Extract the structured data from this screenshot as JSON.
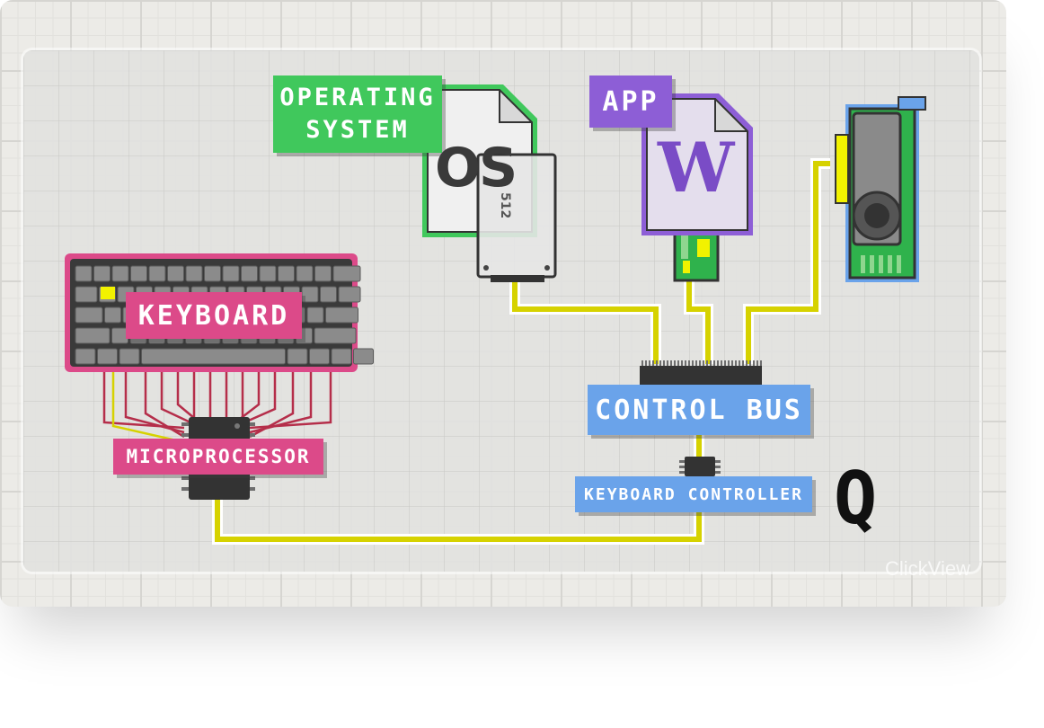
{
  "diagram": {
    "labels": {
      "operating_system": "OPERATING\nSYSTEM",
      "app": "APP",
      "keyboard": "KEYBOARD",
      "microprocessor": "MICROPROCESSOR",
      "control_bus": "CONTROL BUS",
      "keyboard_controller": "KEYBOARD CONTROLLER"
    },
    "icons": {
      "os_file_text": "OS",
      "memory_chip_text": "512",
      "app_file_text": "W",
      "key_output": "Q"
    },
    "watermark": "ClickView"
  },
  "colors": {
    "wire": "#d6d200",
    "keyboard_pink": "#dc4a89",
    "os_green": "#40c85c",
    "app_purple": "#8d5ed6",
    "bus_blue": "#6aa3ea",
    "gpu_green": "#2fb24c",
    "ribbon_red": "#b52e4a"
  }
}
